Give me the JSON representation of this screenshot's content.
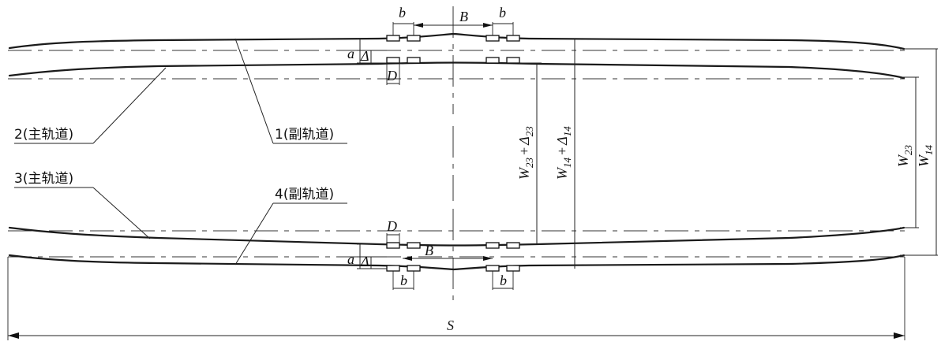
{
  "labels": {
    "b": "b",
    "B": "B",
    "a": "a",
    "delta": "Δ",
    "D": "D",
    "S": "S",
    "w23_delta23": "W23+Δ23",
    "w14_delta14": "W14+Δ14",
    "w23": "W23",
    "w14": "W14",
    "w23_main": "W",
    "w23_sub": "23",
    "w14_main": "W",
    "w14_sub": "14",
    "delta_main": "Δ",
    "delta23_sub": "23",
    "delta14_sub": "14",
    "plus": "+"
  },
  "callouts": {
    "track1": "1(副轨道)",
    "track2": "2(主轨道)",
    "track3": "3(主轨道)",
    "track4": "4(副轨道)"
  }
}
